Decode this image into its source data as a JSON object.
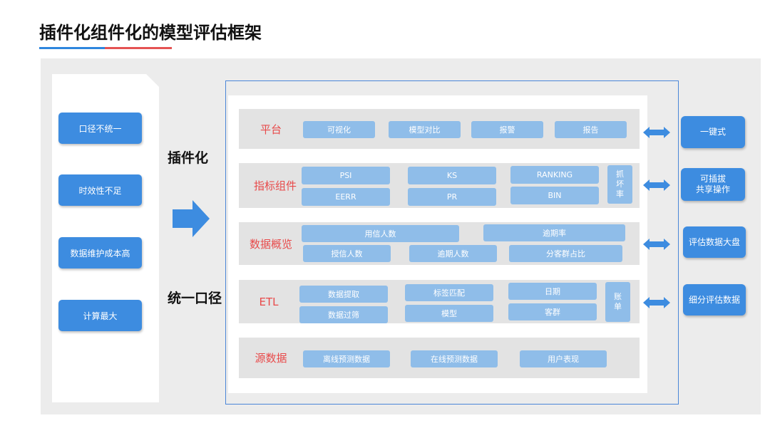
{
  "title": "插件化组件化的模型评估框架",
  "left_issues": [
    "口径不统一",
    "时效性不足",
    "数据维护成本高",
    "计算最大"
  ],
  "side_labels": {
    "top": "插件化",
    "bottom": "统一口径"
  },
  "layers": [
    {
      "label": "平台",
      "chips": [
        "可视化",
        "模型对比",
        "报警",
        "报告"
      ]
    },
    {
      "label": "指标组件",
      "chips": [
        "PSI",
        "KS",
        "RANKING",
        "EERR",
        "PR",
        "BIN"
      ],
      "side_chip": [
        "抓",
        "坏",
        "率"
      ]
    },
    {
      "label": "数据概览",
      "chips": [
        "用信人数",
        "逾期率",
        "授信人数",
        "逾期人数",
        "分客群占比"
      ]
    },
    {
      "label": "ETL",
      "chips": [
        "数据提取",
        "标签匹配",
        "日期",
        "数据过筛",
        "模型",
        "客群"
      ],
      "side_chip": [
        "账",
        "单"
      ]
    },
    {
      "label": "源数据",
      "chips": [
        "离线预测数据",
        "在线预测数据",
        "用户表现"
      ]
    }
  ],
  "right_buttons": [
    [
      "一键式"
    ],
    [
      "可插拔",
      "共享操作"
    ],
    [
      "评估数据大盘"
    ],
    [
      "细分评估数据"
    ]
  ],
  "colors": {
    "accent_blue": "#3d8ce0",
    "chip_blue": "#8fbde9",
    "label_red": "#e84a4a",
    "underline_red": "#e55353"
  }
}
